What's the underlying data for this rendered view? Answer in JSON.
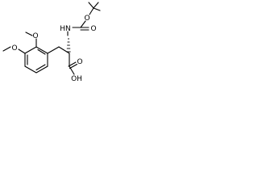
{
  "atoms": {
    "nh": "HN",
    "o_carbamate_ester": "O",
    "o_carbamate_carbonyl": "O",
    "o_acid_carbonyl": "O",
    "oh": "OH",
    "o_methoxy_top": "O",
    "o_methoxy_left": "O"
  },
  "colors": {
    "ink": "#000000",
    "background": "#ffffff"
  }
}
